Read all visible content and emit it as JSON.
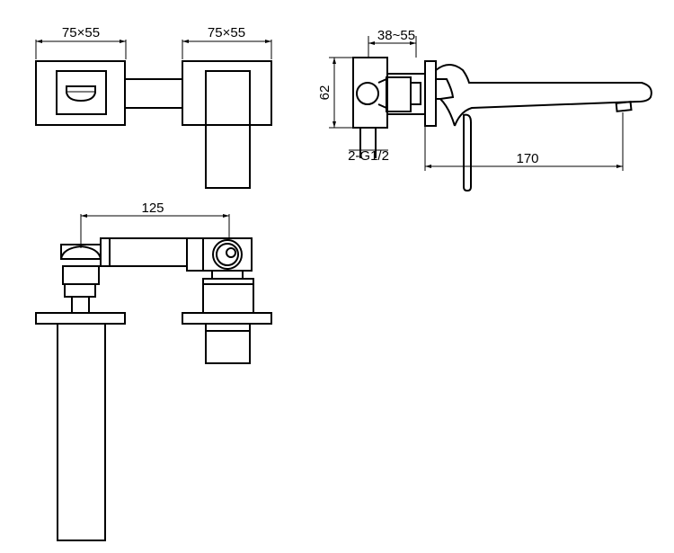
{
  "dimensions": {
    "left_plate_size": "75×55",
    "right_plate_size": "75×55",
    "wall_depth_range": "38~55",
    "body_height": "62",
    "connection_thread": "2-G1/2",
    "spout_reach": "170",
    "center_distance": "125"
  }
}
